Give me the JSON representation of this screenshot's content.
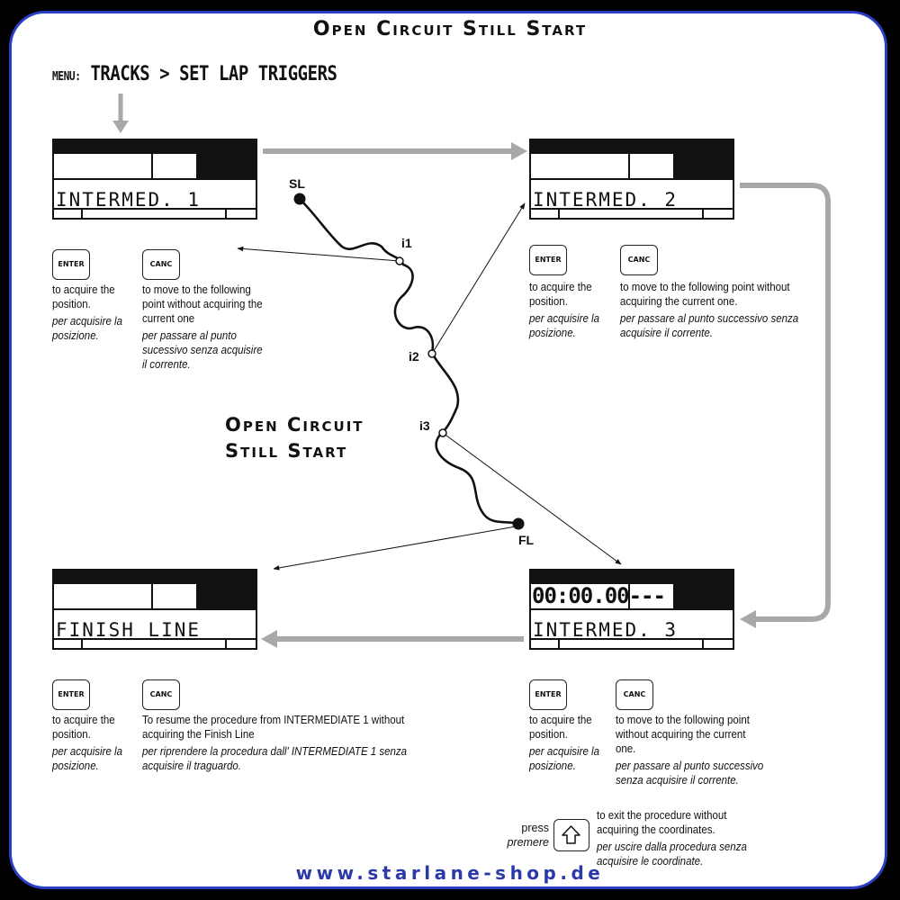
{
  "title": "Open Circuit Still Start",
  "menu": {
    "prefix": "MENU:",
    "path": "TRACKS > SET LAP TRIGGERS"
  },
  "center_title": {
    "line1": "Open Circuit",
    "line2": "Still Start"
  },
  "track_labels": {
    "start": "SL",
    "i1": "i1",
    "i2": "i2",
    "i3": "i3",
    "finish": "FL"
  },
  "screens": [
    {
      "label": "INTERMED. 1",
      "timer": ""
    },
    {
      "label": "INTERMED. 2",
      "timer": ""
    },
    {
      "label": "INTERMED. 3",
      "timer": "00:00.00---"
    },
    {
      "label": "FINISH LINE",
      "timer": ""
    }
  ],
  "keys": {
    "enter": "ENTER",
    "canc": "CANC"
  },
  "panels": {
    "i1": {
      "enter_en": "to acquire the position.",
      "enter_it": "per acquisire la posizione.",
      "canc_en": "to move to the following point without acquiring the current one",
      "canc_it": "per passare al punto sucessivo senza acquisire il corrente."
    },
    "i2": {
      "enter_en": "to acquire the position.",
      "enter_it": "per acquisire la posizione.",
      "canc_en": "to move to the following point without acquiring the current one.",
      "canc_it": "per passare al punto successivo senza acquisire il corrente."
    },
    "i3": {
      "enter_en": "to acquire the position.",
      "enter_it": "per acquisire la posizione.",
      "canc_en": "to move to the following point without acquiring the current one.",
      "canc_it": "per passare al punto successivo senza acquisire il corrente."
    },
    "finish": {
      "enter_en": "to acquire the position.",
      "enter_it": "per acquisire la posizione.",
      "canc_en": "To resume the procedure from INTERMEDIATE 1 without acquiring the Finish Line",
      "canc_it": "per riprendere la procedura dall' INTERMEDIATE 1 senza acquisire il traguardo."
    }
  },
  "exit": {
    "press_en": "press",
    "press_it": "premere",
    "text_en": "to exit the procedure without acquiring the coordinates.",
    "text_it": "per uscire dalla procedura senza acquisire le coordinate."
  },
  "website": "www.starlane-shop.de",
  "colors": {
    "border": "#2a3fc4",
    "flow_arrow": "#a8a8a8",
    "website": "#2b3aa8"
  }
}
